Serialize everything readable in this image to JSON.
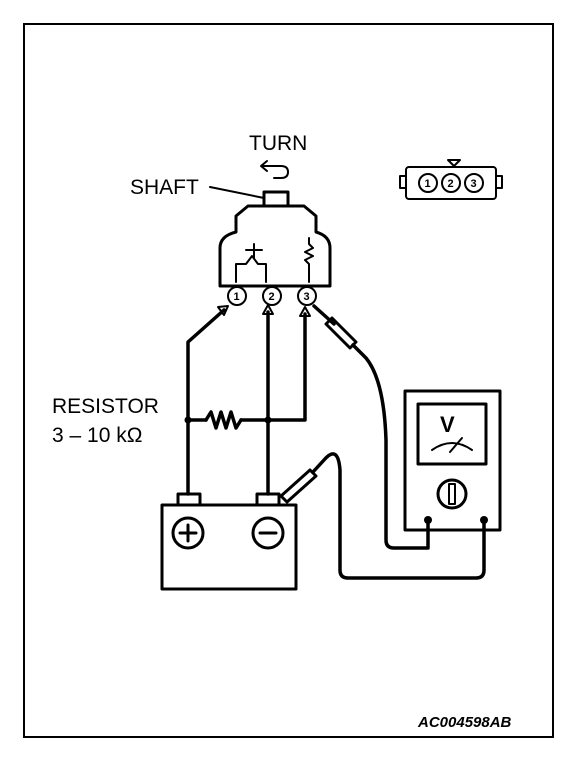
{
  "labels": {
    "turn": "TURN",
    "shaft": "SHAFT",
    "resistor_line1": "RESISTOR",
    "resistor_line2": "3 – 10 kΩ",
    "code": "AC004598AB"
  },
  "sensor_terminals": [
    "1",
    "2",
    "3"
  ],
  "connector_pins": [
    "1",
    "2",
    "3"
  ],
  "battery": {
    "positive_symbol": "+",
    "negative_symbol": "−"
  },
  "meter": {
    "symbol": "V"
  }
}
